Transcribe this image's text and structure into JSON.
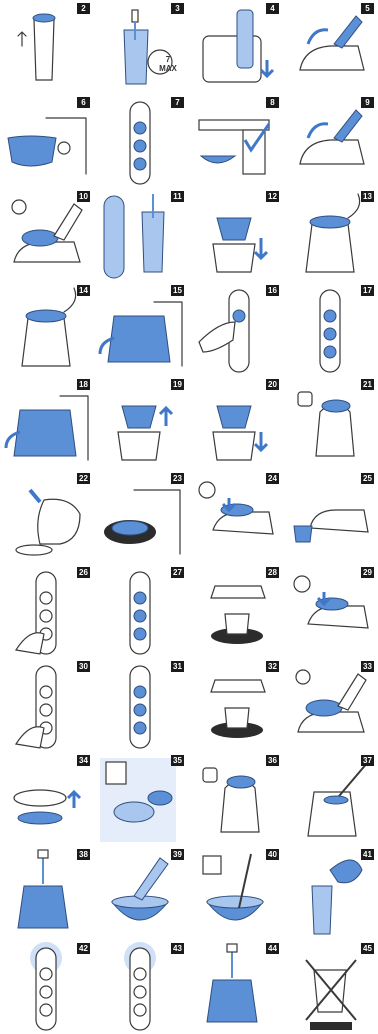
{
  "steps": [
    "2",
    "3",
    "4",
    "5",
    "6",
    "7",
    "8",
    "9",
    "10",
    "11",
    "12",
    "13",
    "14",
    "15",
    "16",
    "17",
    "18",
    "19",
    "20",
    "21",
    "22",
    "23",
    "24",
    "25",
    "26",
    "27",
    "28",
    "29",
    "30",
    "31",
    "32",
    "33",
    "34",
    "35",
    "36",
    "37",
    "38",
    "39",
    "40",
    "41",
    "42",
    "43",
    "44",
    "45"
  ],
  "labels": {
    "max_volume": "7",
    "max_text": "MAX"
  },
  "colors": {
    "accent": "#5b8fd6",
    "accent_light": "#a9c6ef",
    "ink": "#3a3a3a",
    "badge": "#1b1b1b"
  }
}
